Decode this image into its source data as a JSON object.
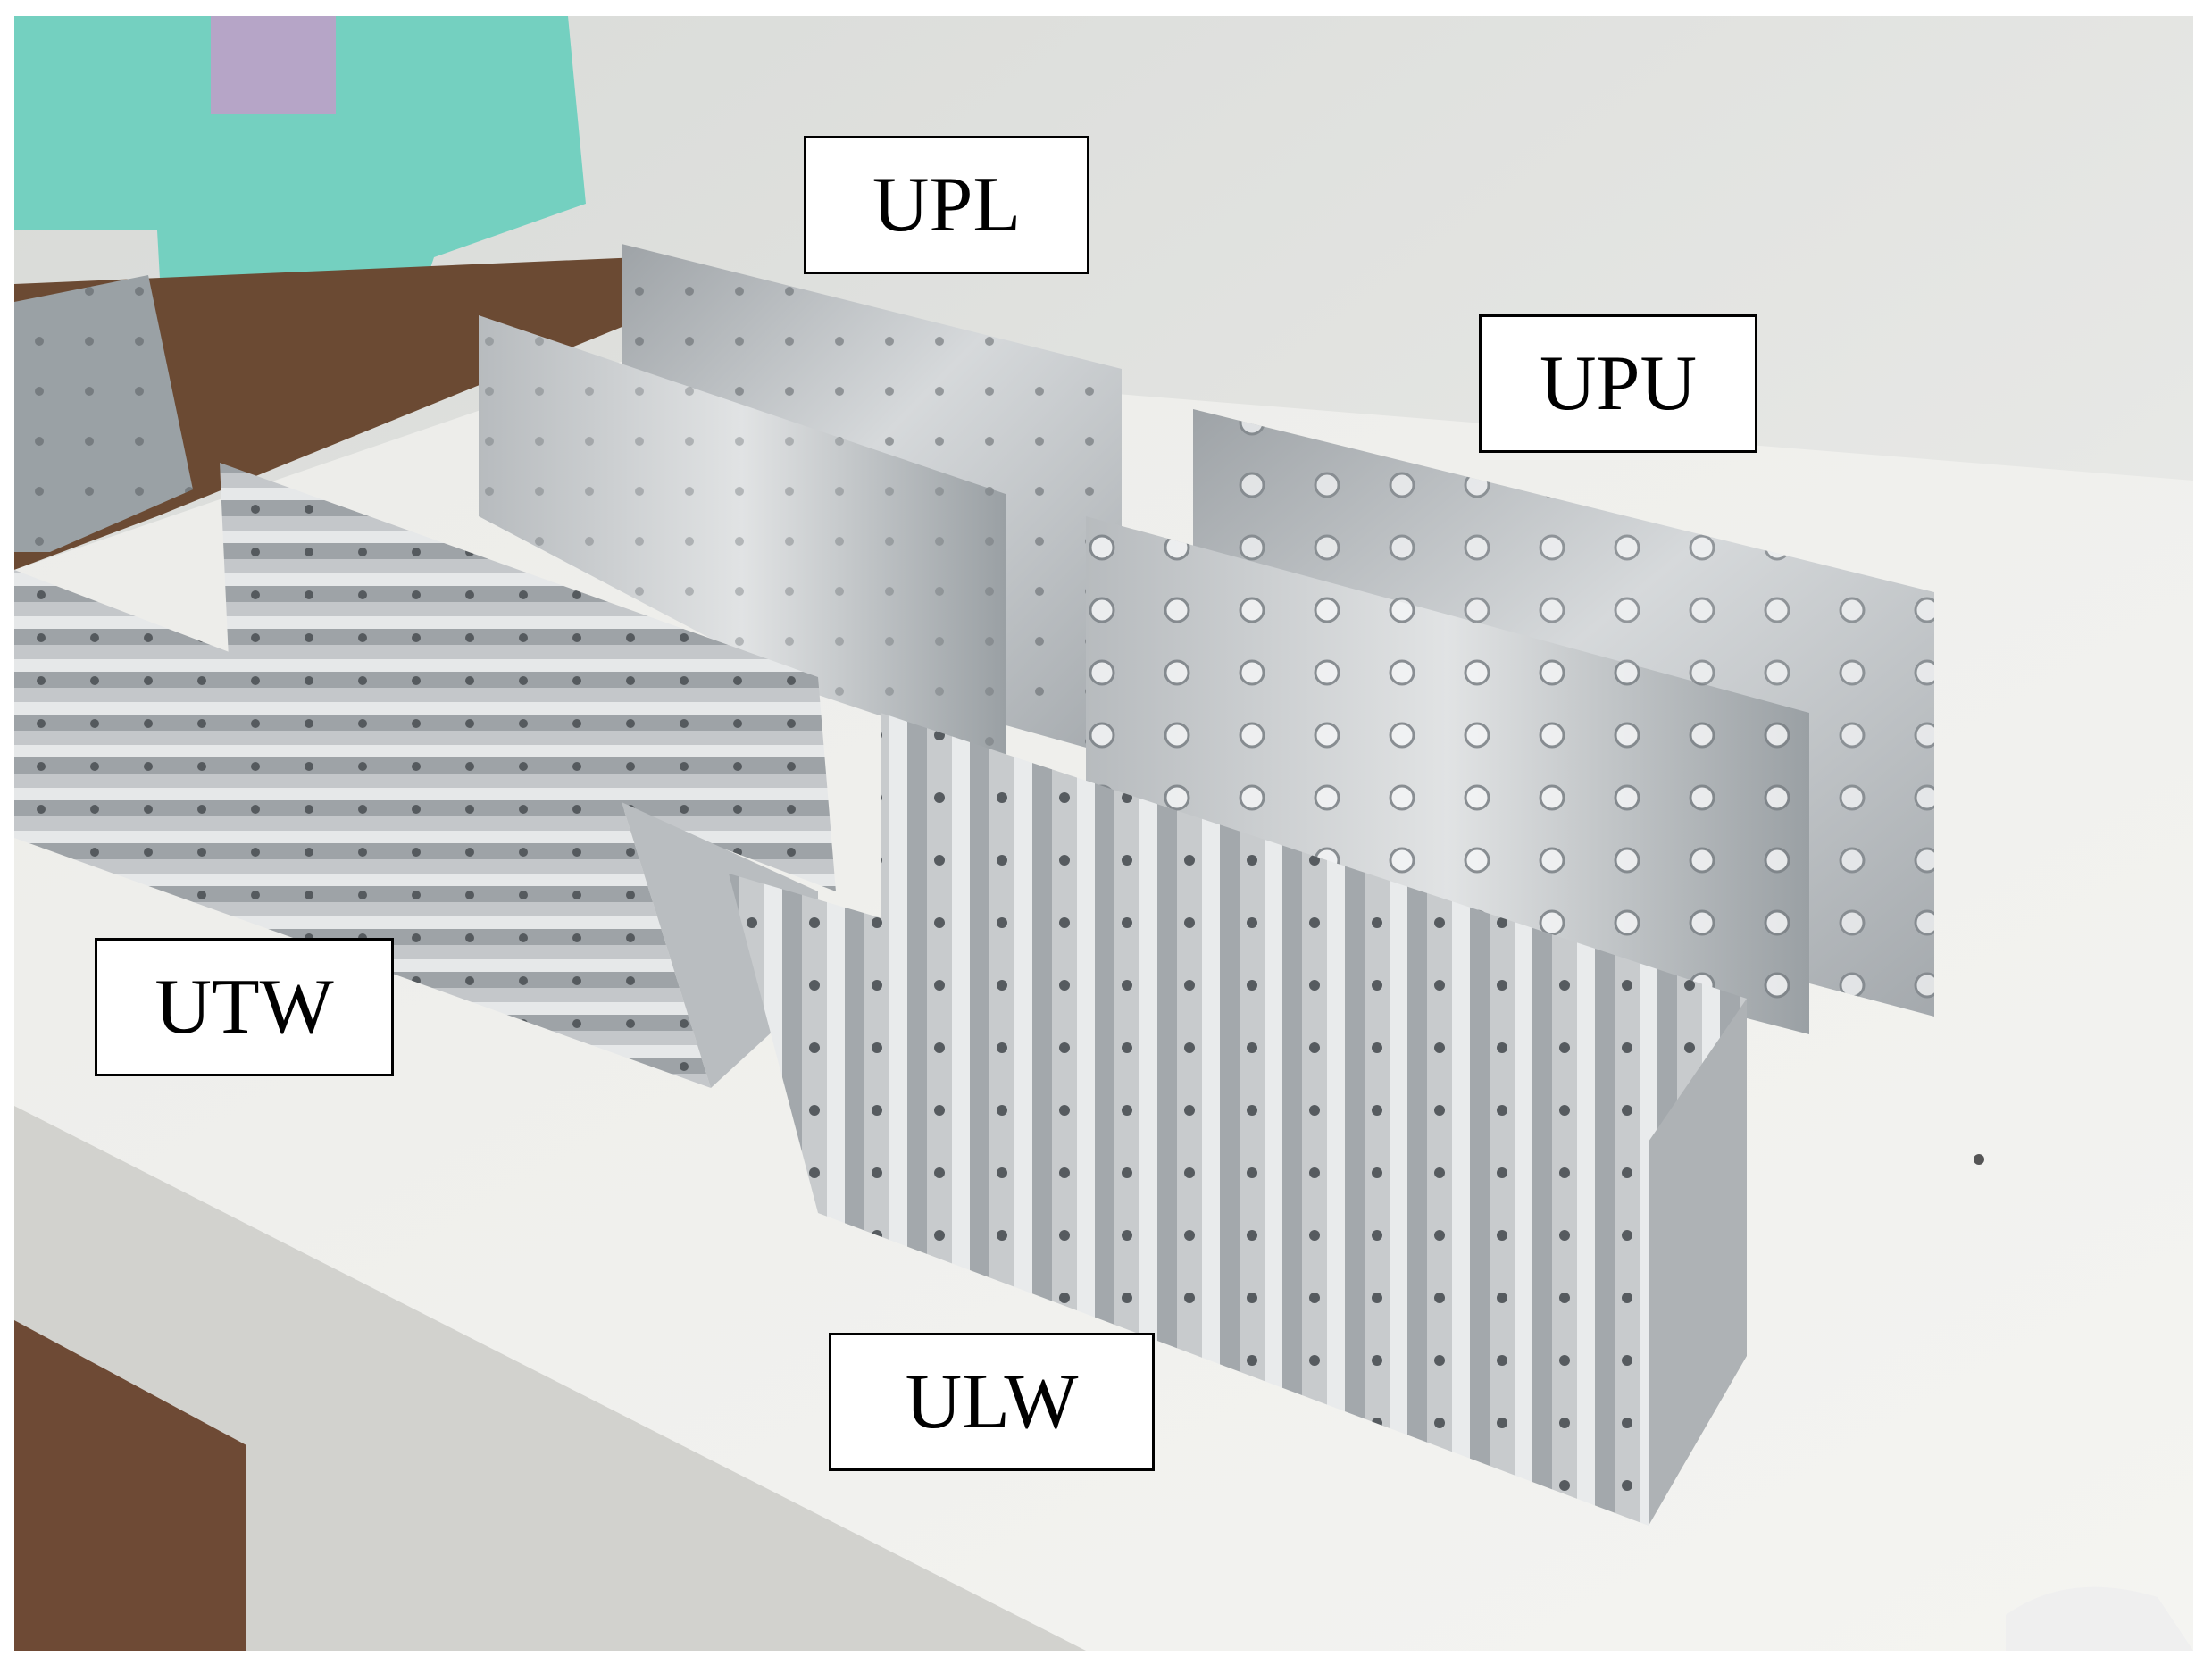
{
  "labels": {
    "upl": "UPL",
    "upu": "UPU",
    "utw": "UTW",
    "ulw": "ULW"
  },
  "colors": {
    "wall": "#e6e7e4",
    "table_top": "#eeeeeb",
    "table_front": "#dcdcd8",
    "shelf_wood": "#6b4a33",
    "teal_cabinet": "#74d0c0",
    "galvanized_steel": "#bfc3c6",
    "label_border": "#000000",
    "label_fill": "#ffffff"
  }
}
